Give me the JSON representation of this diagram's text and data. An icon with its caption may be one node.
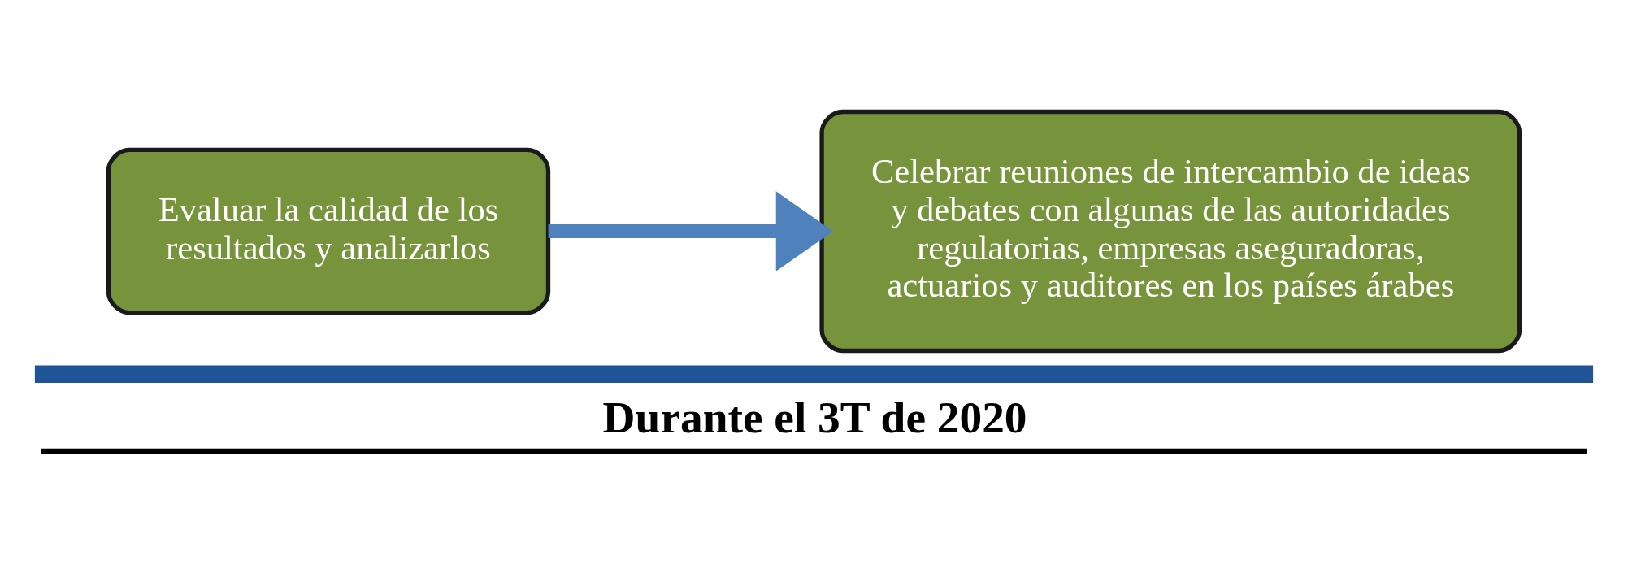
{
  "diagram": {
    "caption": "Durante el 3T de 2020",
    "nodes": [
      {
        "text": [
          "Evaluar la calidad de los resultados y analizarlos"
        ]
      },
      {
        "text": [
          "Celebrar reuniones de intercambio de ideas y debates con algunas de las autoridades regulatorias, empresas aseguradoras, actuarios y auditores en los países árabes"
        ]
      }
    ],
    "edges": [
      {
        "from": 0,
        "to": 1,
        "arrow": "to"
      }
    ]
  }
}
